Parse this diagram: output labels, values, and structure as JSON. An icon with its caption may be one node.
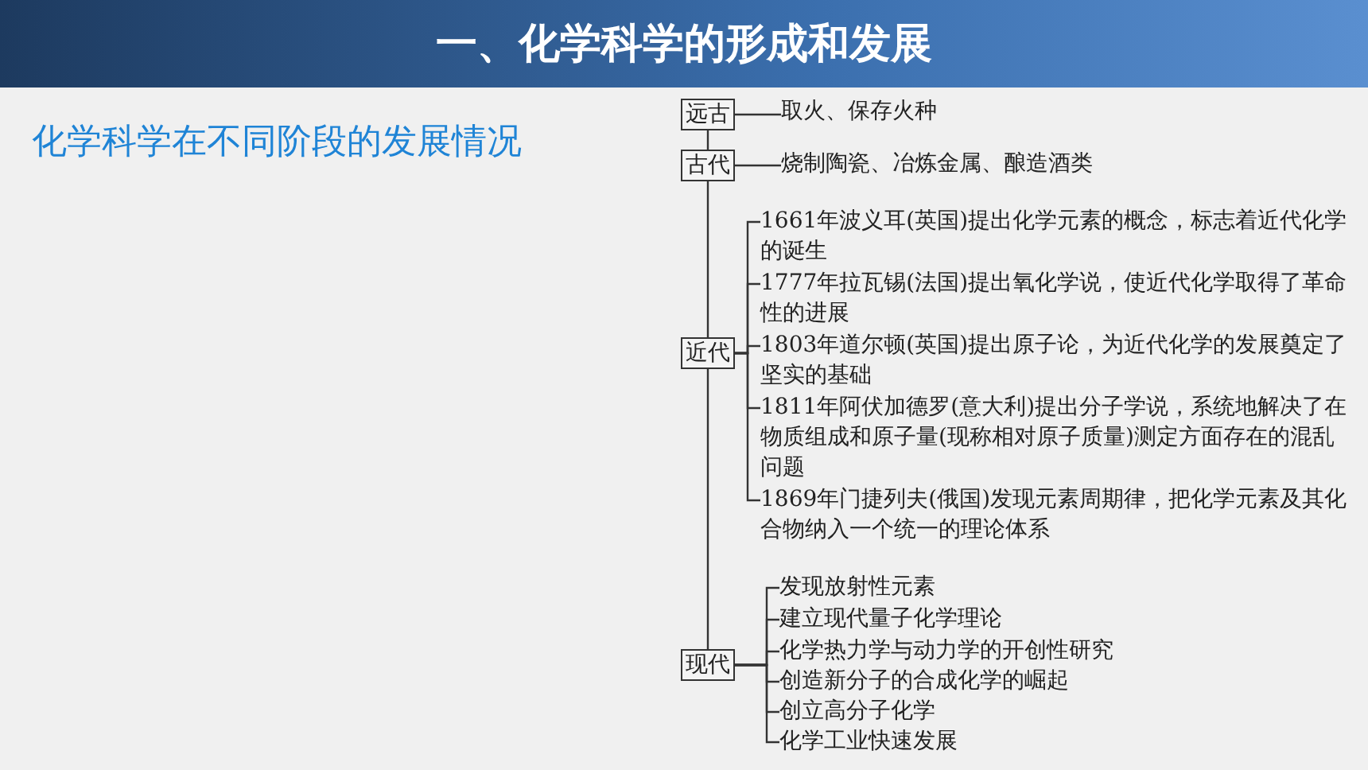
{
  "diagram": {
    "title": "一、化学科学的形成和发展",
    "nodes": [
      {
        "text": [
          "远古"
        ]
      },
      {
        "text": [
          "取火、保存火种"
        ]
      },
      {
        "text": [
          "古代"
        ]
      },
      {
        "text": [
          "烧制陶瓷、冶炼金属、酿造酒类"
        ]
      },
      {
        "text": [
          "近代"
        ]
      },
      {
        "text": [
          "1661年波义耳(英国)提出化学元素的概念，标志着近代化学的诞生"
        ]
      },
      {
        "text": [
          "1777年拉瓦锡(法国)提出氧化学说，使近代化学取得了革命性的进展"
        ]
      },
      {
        "text": [
          "1803年道尔顿(英国)提出原子论，为近代化学的发展奠定了坚实的基础"
        ]
      },
      {
        "text": [
          "1811年阿伏加德罗(意大利)提出分子学说，系统地解决了在物质组成和原子量(现称相对原子质量)测定方面存在的混乱问题"
        ]
      },
      {
        "text": [
          "1869年门捷列夫(俄国)发现元素周期律，把化学元素及其化合物纳入一个统一的理论体系"
        ]
      },
      {
        "text": [
          "现代"
        ]
      },
      {
        "text": [
          "发现放射性元素"
        ]
      },
      {
        "text": [
          "建立现代量子化学理论"
        ]
      },
      {
        "text": [
          "化学热力学与动力学的开创性研究"
        ]
      },
      {
        "text": [
          "创造新分子的合成化学的崛起"
        ]
      },
      {
        "text": [
          "创立高分子化学"
        ]
      },
      {
        "text": [
          "化学工业快速发展"
        ]
      }
    ],
    "edges": [
      {
        "from": 0,
        "to": 1,
        "arrow": "none"
      },
      {
        "from": 0,
        "to": 2,
        "arrow": "none"
      },
      {
        "from": 2,
        "to": 3,
        "arrow": "none"
      },
      {
        "from": 2,
        "to": 4,
        "arrow": "none"
      },
      {
        "from": 4,
        "to": 5,
        "arrow": "none"
      },
      {
        "from": 4,
        "to": 6,
        "arrow": "none"
      },
      {
        "from": 4,
        "to": 7,
        "arrow": "none"
      },
      {
        "from": 4,
        "to": 8,
        "arrow": "none"
      },
      {
        "from": 4,
        "to": 9,
        "arrow": "none"
      },
      {
        "from": 4,
        "to": 10,
        "arrow": "none"
      },
      {
        "from": 10,
        "to": 11,
        "arrow": "none"
      },
      {
        "from": 10,
        "to": 12,
        "arrow": "none"
      },
      {
        "from": 10,
        "to": 13,
        "arrow": "none"
      },
      {
        "from": 10,
        "to": 14,
        "arrow": "none"
      },
      {
        "from": 10,
        "to": 15,
        "arrow": "none"
      },
      {
        "from": 10,
        "to": 16,
        "arrow": "none"
      }
    ],
    "labels": [
      "化学科学在不同阶段的发展情况"
    ]
  }
}
